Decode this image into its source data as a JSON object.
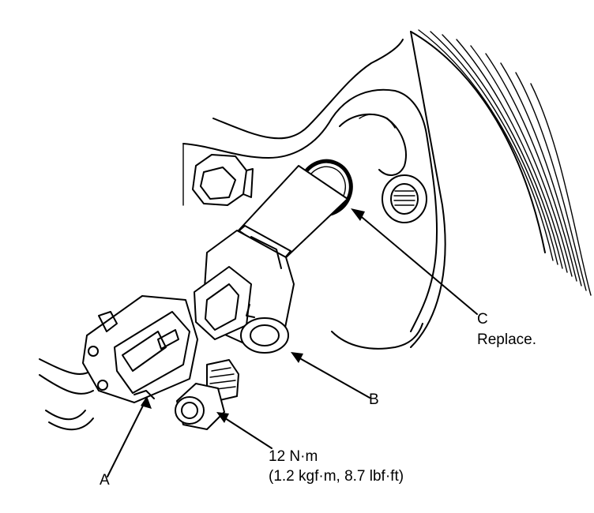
{
  "callouts": {
    "c_letter": "C",
    "c_note": "Replace.",
    "b_letter": "B",
    "a_letter": "A",
    "torque_line1": "12 N·m",
    "torque_line2": "(1.2 kgf·m, 8.7 lbf·ft)"
  },
  "colors": {
    "ink": "#000000",
    "paper": "#ffffff"
  }
}
